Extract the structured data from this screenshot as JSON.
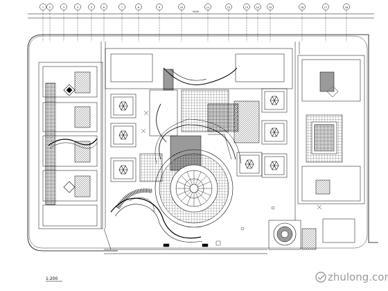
{
  "drawing": {
    "scale_note": "1:200",
    "watermark": "zhulong.com",
    "axis_labels_top": [
      "1",
      "2",
      "3",
      "4",
      "5",
      "6",
      "7",
      "8",
      "9",
      "10",
      "11",
      "12",
      "13",
      "14",
      "15",
      "16",
      "17",
      "18"
    ],
    "dimension_top": "5400",
    "colors": {
      "line": "#000000",
      "paper": "#ffffff",
      "watermark": "#9a9a9a"
    }
  }
}
